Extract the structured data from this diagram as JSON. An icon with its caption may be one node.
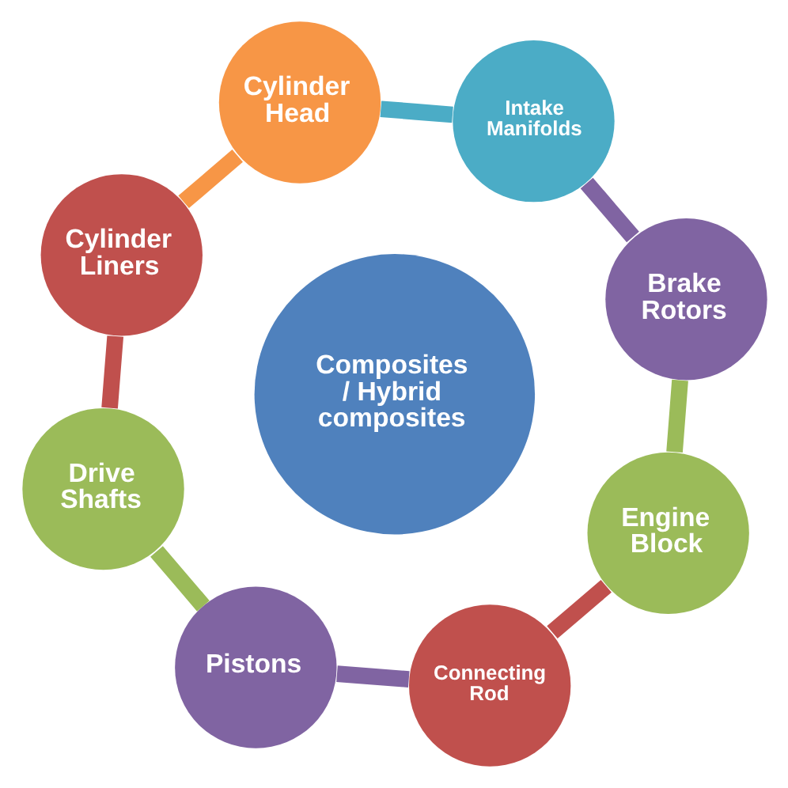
{
  "diagram": {
    "nodes": [
      {
        "text": [
          "Connecting Rod"
        ]
      },
      {
        "text": [
          "Engine Block"
        ]
      },
      {
        "text": [
          "Brake Rotors"
        ]
      },
      {
        "text": [
          "Intake Manifolds"
        ]
      },
      {
        "text": [
          "Cylinder Head"
        ]
      },
      {
        "text": [
          "Cylinder Liners"
        ]
      },
      {
        "text": [
          "Drive Shafts"
        ]
      },
      {
        "text": [
          "Pistons"
        ]
      },
      {
        "text": [
          "Composites / Hybrid composites"
        ]
      }
    ],
    "edges": [
      {
        "from": 0,
        "to": 1,
        "arrow": "none",
        "color": "#c0504d"
      },
      {
        "from": 1,
        "to": 2,
        "arrow": "none",
        "color": "#9bbb59"
      },
      {
        "from": 2,
        "to": 3,
        "arrow": "none",
        "color": "#8064a2"
      },
      {
        "from": 3,
        "to": 4,
        "arrow": "none",
        "color": "#4bacc6"
      },
      {
        "from": 4,
        "to": 5,
        "arrow": "none",
        "color": "#f79646"
      },
      {
        "from": 5,
        "to": 6,
        "arrow": "none",
        "color": "#c0504d"
      },
      {
        "from": 6,
        "to": 7,
        "arrow": "none",
        "color": "#9bbb59"
      },
      {
        "from": 7,
        "to": 0,
        "arrow": "none",
        "color": "#8064a2"
      }
    ]
  }
}
